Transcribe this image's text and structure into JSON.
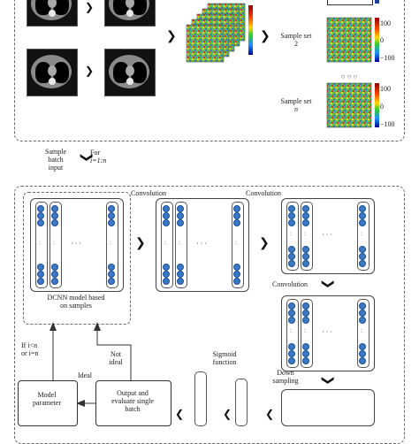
{
  "top_panel": {
    "sample_set_2": "Sample set\n2",
    "sample_set_n_line1": "Sample set",
    "sample_set_n_line2": "n",
    "ellipsis": "○ ○ ○",
    "colorbar_ticks": [
      "100",
      "0",
      "−100"
    ]
  },
  "middle": {
    "sample_batch_input_line1": "Sample",
    "sample_batch_input_line2": "batch",
    "sample_batch_input_line3": "input",
    "for_label_line1": "For",
    "for_label_line2": "i=1:n"
  },
  "bottom_panel": {
    "convolution_1": "Convolution",
    "convolution_2": "Convolution",
    "convolution_3": "Convolution",
    "model_label_line1": "DCNN model based",
    "model_label_line2": "on samples",
    "sigmoid_line1": "Sigmoid",
    "sigmoid_line2": "function",
    "down_sampling_line1": "Down",
    "down_sampling_line2": "sampling",
    "if_label_line1": "If i<n",
    "if_label_line2": "or i=n",
    "not_ideal_line1": "Not",
    "not_ideal_line2": "ideal",
    "ideal": "Ideal",
    "model_parameter": "Model\nparameter",
    "output_eval_line1": "Output and",
    "output_eval_line2": "evaluate single",
    "output_eval_line3": "batch",
    "hdots": "· · ·"
  },
  "colors": {
    "neuron": "#3b78c8",
    "dashed_border": "#666666"
  }
}
